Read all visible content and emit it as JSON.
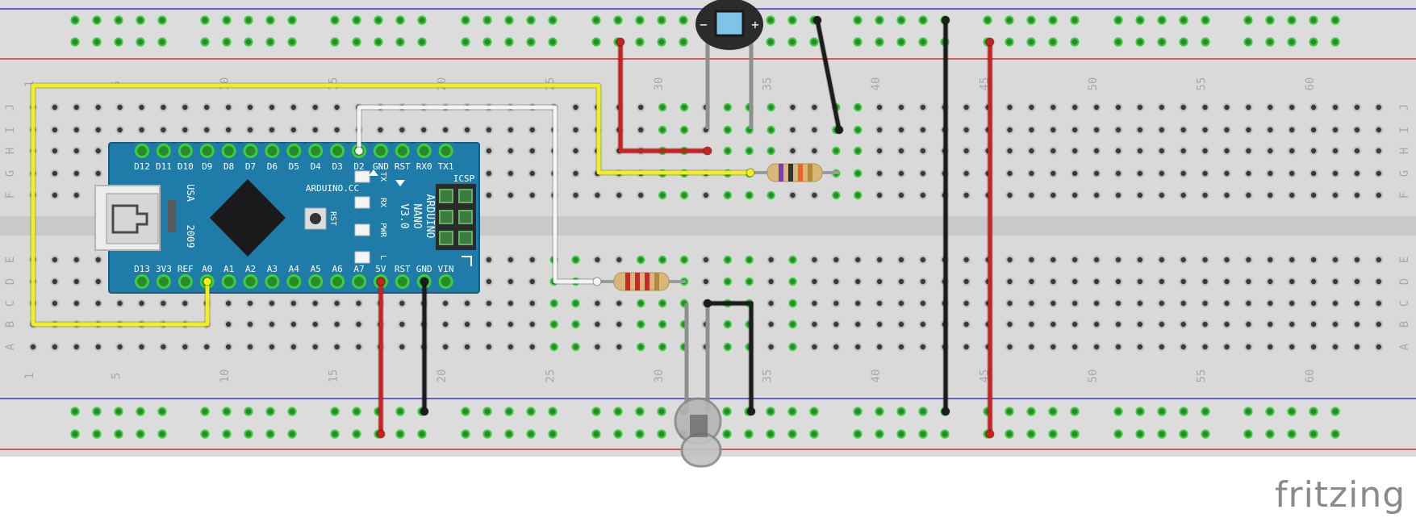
{
  "brand": "fritzing",
  "breadboard": {
    "column_numbers": [
      "1",
      "5",
      "10",
      "15",
      "20",
      "25",
      "30",
      "35",
      "40",
      "45",
      "50",
      "55",
      "60"
    ],
    "row_letters_top": [
      "J",
      "I",
      "H",
      "G",
      "F"
    ],
    "row_letters_bottom": [
      "E",
      "D",
      "C",
      "B",
      "A"
    ]
  },
  "arduino": {
    "model_lines": [
      "ARDUINO",
      "NANO",
      "V3.0"
    ],
    "website": "ARDUINO.CC",
    "year": "2009",
    "usa": "USA",
    "icsp": "ICSP",
    "rst": "RST",
    "led_labels": [
      "TX",
      "RX",
      "PWR",
      "L"
    ],
    "top_pins": [
      "D12",
      "D11",
      "D10",
      "D9",
      "D8",
      "D7",
      "D6",
      "D5",
      "D4",
      "D3",
      "D2",
      "GND",
      "RST",
      "RX0",
      "TX1"
    ],
    "bottom_pins": [
      "D13",
      "3V3",
      "REF",
      "A0",
      "A1",
      "A2",
      "A3",
      "A4",
      "A5",
      "A6",
      "A7",
      "5V",
      "RST",
      "GND",
      "VIN"
    ]
  },
  "colors": {
    "board": "#d9d9d9",
    "rail_blue": "#3a3acf",
    "rail_red": "#d43030",
    "hole": "#3a3a3a",
    "hole_active": "#3ccf3c",
    "arduino": "#1f7ca8",
    "wire_yellow": "#f2ee1c",
    "wire_red": "#cc1f1f",
    "wire_black": "#1c1c1c",
    "wire_white": "#f4f4f4"
  }
}
